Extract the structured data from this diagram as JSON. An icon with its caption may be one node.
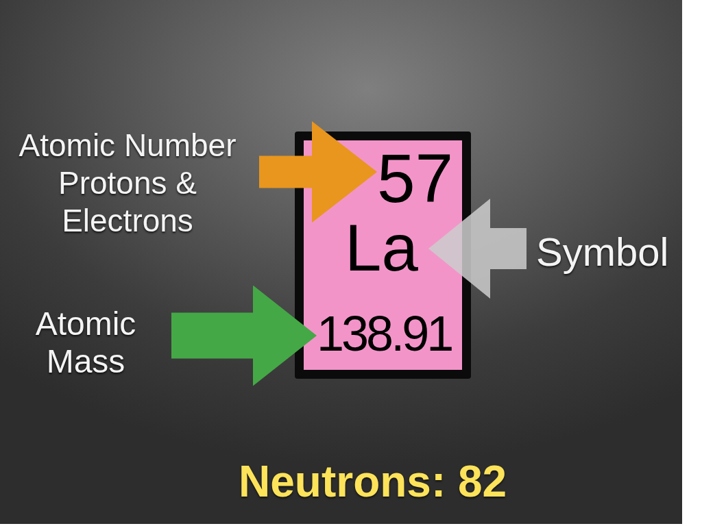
{
  "diagram": {
    "nodes": [
      {
        "text": [
          "Atomic Number Protons & Electrons"
        ]
      },
      {
        "text": [],
        "shape": "box"
      },
      {
        "text": [
          "57"
        ],
        "in": 1
      },
      {
        "text": [
          "La"
        ],
        "in": 1
      },
      {
        "text": [
          "138.91"
        ],
        "in": 1
      },
      {
        "text": [
          "Symbol"
        ]
      },
      {
        "text": [
          "Atomic Mass"
        ]
      }
    ],
    "edges": [
      {
        "from": 0,
        "to": 2,
        "arrow": "to",
        "color": "#e8961e"
      },
      {
        "from": 5,
        "to": 3,
        "arrow": "to",
        "color": "#cdcdcd"
      },
      {
        "from": 6,
        "to": 4,
        "arrow": "to",
        "color": "#45a846"
      }
    ],
    "labels": [
      "Neutrons: 82"
    ]
  }
}
